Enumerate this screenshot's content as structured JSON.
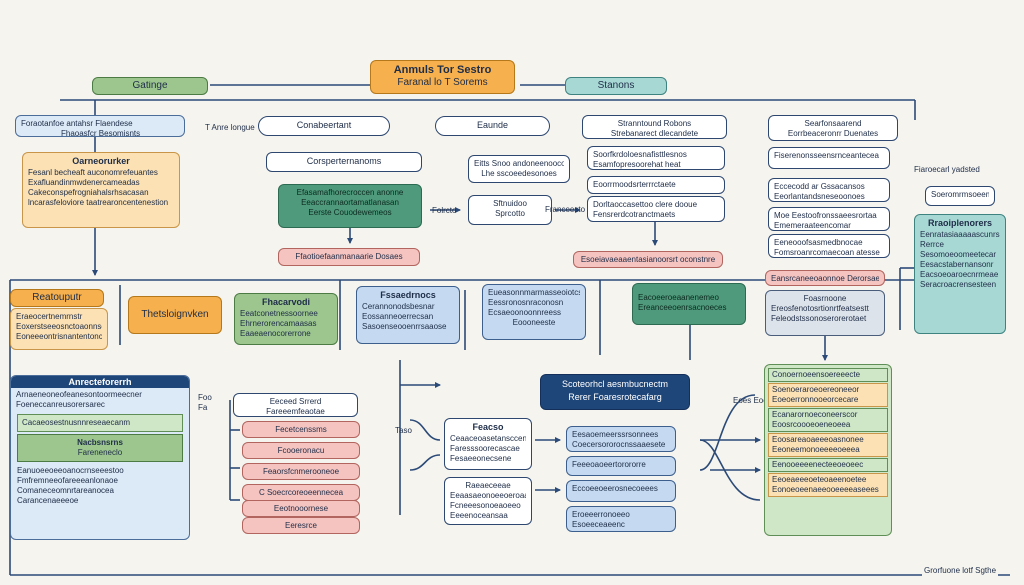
{
  "diagram": {
    "title_lines": [
      "Anmuls Tor Sestro",
      "Faranal lo T Sorems"
    ],
    "top": {
      "left_label": "Gatinge",
      "right_label": "Stanons",
      "note_left": "T Anre longue",
      "center_left": "Conabeertant",
      "center_mid": "Eaunde",
      "right_header": [
        "Stranntound Robons",
        "Strebanarect dlecandete"
      ],
      "far_right_header": [
        "Searfonsaarend",
        "Eorrbeaceronrr Duenates"
      ],
      "left_row": [
        "Foraotanfoe antahsr Flaendese",
        "Fhaoasfcr Besomisnts"
      ]
    },
    "left_panel": {
      "title": "Oarneorurker",
      "lines": [
        "Fesanl becheaft auconomrefeuantes",
        "Exafluandinmwdenercameadas",
        "Cakeconspefrogniahalsrhsacasan",
        "lncarasfeloviore taatrearoncentenestion"
      ]
    },
    "center_top": {
      "label": "Corsperternanoms",
      "green_lines": [
        "Efasamafhorecroccen anonne",
        "Eeaccrannaortamatlanasan",
        "Eerste Couodewemeos"
      ],
      "pink": "Ffaotioefaanmanaarie Dosaes",
      "side_note": "Folrcto",
      "mid_left": [
        "Eitts Snoo andoneenoocoriocatsy",
        "Lhe sscoeedesonoes"
      ],
      "mid_box": [
        "Sftnuidoo",
        "Sprcotto"
      ],
      "right_note": "Franceesto"
    },
    "right_top": {
      "lines1": [
        "Soorfkrdoloesnafisttlesnos",
        "Esamfopresoorehat heat"
      ],
      "lines2": [
        "Eoorrmoodsrterrrctaete"
      ],
      "lines3": [
        "Dorltaoccasettoo clere dooue",
        "Fensrerdcotranctmaets"
      ],
      "pink": "Esoeiavaeaaentasianoorsrt oconstnre"
    },
    "far_right": {
      "lines1": [
        "Fiserenonsseensrnceantecea"
      ],
      "lines2": [
        "Eccecodd ar Gssacansos",
        "Eeorlantandsneseoonoes"
      ],
      "lines3": [
        "Moe Eestoofronssaeesrortaa",
        "Ememeraateencomar"
      ],
      "lines4": [
        "Eeneooofsasmedbnocae",
        "Fomsroanrcomaecoan atesse"
      ],
      "pink": "Eansrcaneeoaonnoe Derorsaen",
      "gray": [
        "Foasrnoone",
        "Ereosfenotosrtionrtfeatsestt",
        "Feleodstssonoserorerotaet"
      ],
      "note": "Fiaroecarl yadsted",
      "teal_title": "Rraoiplenorers",
      "teal_lines": [
        "Eenratasiaaaaascunrs",
        "Rerrce",
        "Sesomoeoomeetecar",
        "Eesacstabernansonr",
        "Eacsoeoaroecnrmeae",
        "Seracroacrensesteen",
        "Soeromrmsoeemnete"
      ]
    },
    "middle_band": {
      "orange_left": "Reatouputr",
      "lorange_lines": [
        "Eraeocertnemrnstr",
        "Eoxerstseeosnctoaonnsoo",
        "Eoneeeontrisnantentoncheer"
      ],
      "orange_mid": "Thetsloignvken",
      "green_title": "Fhacarvodi",
      "green_lines": [
        "Eeatconetnessoornee",
        "Ehrnerorencamaasas",
        "Eaaeaenocorerrone"
      ],
      "blue1_title": "Fssaedrnocs",
      "blue1_lines": [
        "Cerannonodsbesnar",
        "Eossanneoerrecsan",
        "Sasoenseooenrrsaaose"
      ],
      "blue2_lines": [
        "Eueasonnmarmasseoiotcs",
        "Eessronosnraconosn",
        "Ecsaeoonoonnreess",
        "Eoooneeste"
      ],
      "green_right_lines": [
        "Eacoeeroeaanenemeo",
        "Ereanceeoenrsacnoeces"
      ]
    },
    "bottom_left": {
      "title": "Anrecteforerrh",
      "lines_top": [
        "Arnaeneoneofeanesontoormeecner",
        "Foeneccanreusorersarec"
      ],
      "lgreen_lines": [
        "Cacaeosestnusnnreseaecanm"
      ],
      "green_title": "Nacbsnsrns",
      "green_lines": [
        "Fareneneclo"
      ],
      "lines_bottom": [
        "Eanuoeeoeeoanocrnseeestoo",
        "Fmfremneeofareeeanlonaoe",
        "Comaneceomnrtareanocea",
        "Carancenaeeeoe"
      ],
      "side": "Foo Fa"
    },
    "bottom_mid": {
      "white": [
        "Eeceed Srrerd",
        "Fareeemfeaotae"
      ],
      "pinks": [
        "Fecetcenssms",
        "Fcooeronacu",
        "Feaorsfcnmerooneoe",
        "C Soecrcoreoeennecea",
        "Eeotnooornese",
        "Eeresrce"
      ],
      "center_note": "Taso",
      "center_title": "Feacso",
      "center_lines": [
        "Ceaaceoasetansccen",
        "Faresssoorecascae",
        "Fesaeeonecsene"
      ],
      "center_lines2": [
        "Raeaeceeae",
        "Eeaasaeonoeeoeroaana",
        "Fcneeesonoeaoeeo",
        "Eeeenoceansaa"
      ]
    },
    "bottom_right": {
      "navy_lines": [
        "Scoteorhcl aesmbucnectm",
        "Rerer Foaresrotecafarg"
      ],
      "blue_lines": [
        "Eesaoemeerssrsonnees",
        "Coecersororocnssaaesete",
        "Feeeoaoeertorororre",
        "Eccoeeoeerosnecoeees",
        "Eroeeerronoeeo",
        "Esoeeceaeenc"
      ],
      "side_lines": [
        "Eoes",
        "Eoeeo"
      ],
      "stack": [
        "Conoernoeensoereeecte",
        "Soenoeraroeoereoneeor",
        "Eoeoerronnooeorcecare",
        "Ecanarornoeconeerscor",
        "Eoosrcoooeoeneoeea",
        "Eoosareaoaeeeoasnonee",
        "Eeoneemonoeeeeoeeea",
        "Eenooeeeenecteeoeoeec",
        "Eeoeaeeeoeteoaeenoetee",
        "Eonoeoeenaeeooeeeeaseees"
      ],
      "footer": "Grorfuone lotf Sgthe"
    }
  }
}
